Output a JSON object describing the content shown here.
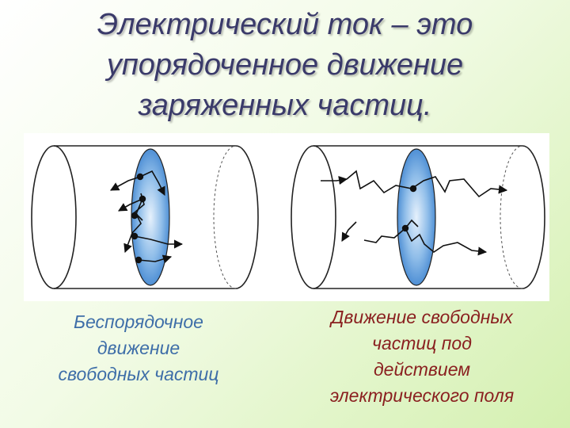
{
  "title": {
    "lines": [
      "Электрический ток – это",
      "упорядоченное движение",
      "заряженных частиц."
    ]
  },
  "captions": {
    "left": [
      "Беспорядочное",
      "движение",
      "свободных частиц"
    ],
    "right": [
      "Движение свободных",
      "частиц под",
      "действием",
      "электрического поля"
    ]
  },
  "colors": {
    "title": "#3a3a6a",
    "caption_left": "#3e6ea8",
    "caption_right": "#8a2020",
    "cross_section": "#4a90d9",
    "outline": "#1a1a1a"
  }
}
